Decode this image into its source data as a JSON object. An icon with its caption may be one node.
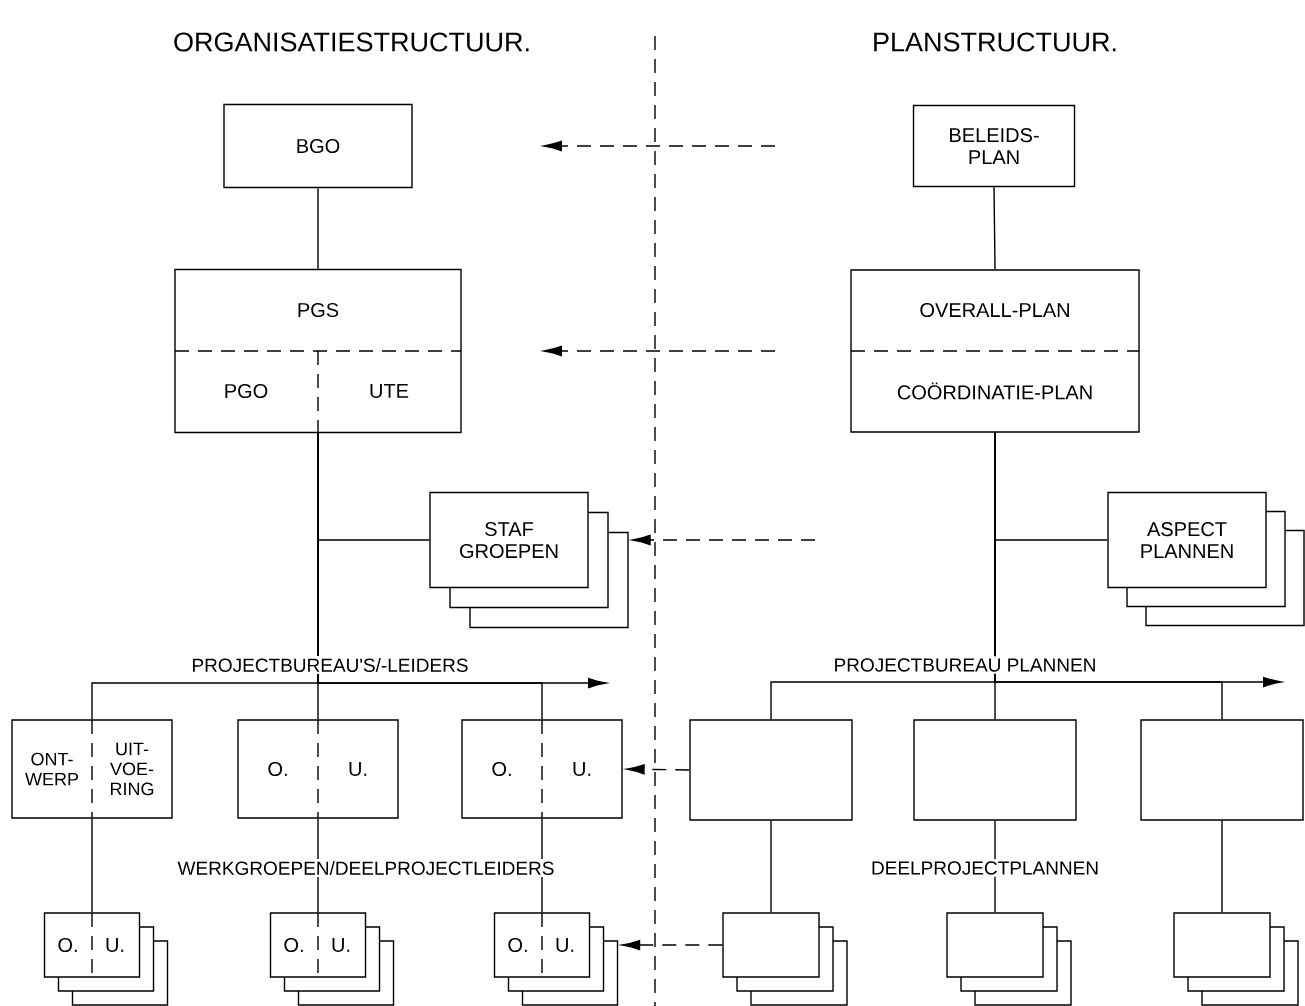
{
  "diagram": {
    "nodes": [
      {
        "text": [
          "BGO"
        ]
      },
      {
        "text": [
          "PGS",
          "PGO",
          "UTE"
        ]
      },
      {
        "text": [
          "STAF GROEPEN"
        ]
      },
      {
        "text": [
          "ONT- WERP",
          "UIT- VOE- RING"
        ]
      },
      {
        "text": [
          "O.",
          "U."
        ]
      },
      {
        "text": [
          "O.",
          "U."
        ]
      },
      {
        "text": [
          "O.",
          "U."
        ]
      },
      {
        "text": [
          "O.",
          "U."
        ]
      },
      {
        "text": [
          "O.",
          "U."
        ]
      },
      {
        "text": [
          "BELEIDS- PLAN"
        ]
      },
      {
        "text": [
          "OVERALL-PLAN",
          "COÖRDINATIE-PLAN"
        ]
      },
      {
        "text": [
          "ASPECT PLANNEN"
        ]
      },
      {
        "text": [],
        "shape": "box"
      },
      {
        "text": [],
        "shape": "box"
      },
      {
        "text": [],
        "shape": "box"
      },
      {
        "text": [],
        "shape": "box"
      },
      {
        "text": [],
        "shape": "box"
      },
      {
        "text": [],
        "shape": "box"
      }
    ],
    "edges": [
      {
        "from": 0,
        "to": 1,
        "arrow": "none"
      },
      {
        "from": 1,
        "to": 2,
        "arrow": "none"
      },
      {
        "from": 1,
        "to": 3,
        "arrow": "none"
      },
      {
        "from": 1,
        "to": 4,
        "arrow": "none"
      },
      {
        "from": 1,
        "to": 5,
        "arrow": "none"
      },
      {
        "from": 1,
        "to": null,
        "arrow": "to"
      },
      {
        "from": 3,
        "to": 6,
        "arrow": "none"
      },
      {
        "from": 4,
        "to": 7,
        "arrow": "none"
      },
      {
        "from": 5,
        "to": 8,
        "arrow": "none"
      },
      {
        "from": 9,
        "to": 10,
        "arrow": "none"
      },
      {
        "from": 10,
        "to": 11,
        "arrow": "none"
      },
      {
        "from": 10,
        "to": 12,
        "arrow": "none"
      },
      {
        "from": 10,
        "to": 13,
        "arrow": "none"
      },
      {
        "from": 10,
        "to": 14,
        "arrow": "none"
      },
      {
        "from": 10,
        "to": null,
        "arrow": "to"
      },
      {
        "from": 12,
        "to": 15,
        "arrow": "none"
      },
      {
        "from": 13,
        "to": 16,
        "arrow": "none"
      },
      {
        "from": 14,
        "to": 17,
        "arrow": "none"
      },
      {
        "from": null,
        "to": 2,
        "arrow": "to",
        "style": "dashed"
      },
      {
        "from": 12,
        "to": 5,
        "arrow": "to",
        "style": "dashed"
      },
      {
        "from": 15,
        "to": 8,
        "arrow": "to",
        "style": "dashed"
      }
    ],
    "labels": [
      "ORGANISATIESTRUCTUUR.",
      "PLANSTRUCTUUR.",
      "PROJECTBUREAU'S/-LEIDERS",
      "PROJECTBUREAU PLANNEN",
      "WERKGROEPEN/DEELPROJECTLEIDERS",
      "DEELPROJECTPLANNEN"
    ]
  }
}
